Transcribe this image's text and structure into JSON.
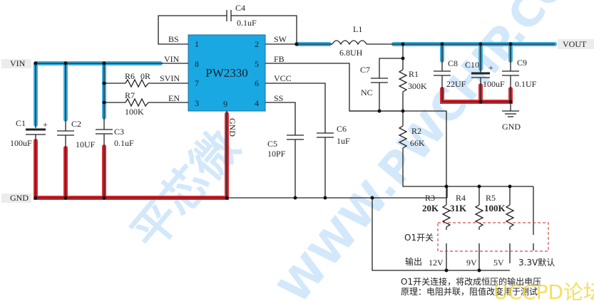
{
  "chip": {
    "name": "PW2330",
    "pins": {
      "bs": {
        "num": "1",
        "label": "BS"
      },
      "sw": {
        "num": "2",
        "label": "SW"
      },
      "vin": {
        "num": "8",
        "label": "VIN"
      },
      "fb": {
        "num": "5",
        "label": "FB"
      },
      "svin": {
        "num": "7",
        "label": "SVIN"
      },
      "vcc": {
        "num": "6",
        "label": "VCC"
      },
      "en": {
        "num": "3",
        "label": "EN"
      },
      "ss": {
        "num": "4",
        "label": "SS"
      },
      "gnd": {
        "num": "9",
        "label": "GND"
      }
    }
  },
  "nets": {
    "vin": "VIN",
    "gnd": "GND",
    "vout": "VOUT",
    "gnd_symbol": "GND"
  },
  "components": {
    "C1": {
      "ref": "C1",
      "value": "100uF",
      "polarity": "+"
    },
    "C2": {
      "ref": "C2",
      "value": "10UF"
    },
    "C3": {
      "ref": "C3",
      "value": "0.1uF"
    },
    "C4": {
      "ref": "C4",
      "value": "0.1uF"
    },
    "C5": {
      "ref": "C5",
      "value": "10PF"
    },
    "C6": {
      "ref": "C6",
      "value": "1uF"
    },
    "C7": {
      "ref": "C7",
      "value": "NC"
    },
    "C8": {
      "ref": "C8",
      "value": "22UF"
    },
    "C9": {
      "ref": "C9",
      "value": "0.1UF"
    },
    "C10": {
      "ref": "C10",
      "value": "100uF",
      "polarity": "+"
    },
    "L1": {
      "ref": "L1",
      "value": "6.8UH"
    },
    "R1": {
      "ref": "R1",
      "value": "300K"
    },
    "R2": {
      "ref": "R2",
      "value": "66K"
    },
    "R3": {
      "ref": "R3",
      "value": "20K"
    },
    "R4": {
      "ref": "R4",
      "value": "31K"
    },
    "R5": {
      "ref": "R5",
      "value": "100K"
    },
    "R6": {
      "ref": "R6",
      "value": "0R"
    },
    "R7": {
      "ref": "R7",
      "value": "100K"
    }
  },
  "switch_block": {
    "label": "O1开关",
    "output_label": "输出",
    "outputs": [
      "12V",
      "9V",
      "5V",
      "3.3V默认"
    ]
  },
  "notes": [
    "O1开关连接，将改成恒压的输出电压",
    "原理：电阻并联，阻值改变用于测试"
  ],
  "watermarks": {
    "cn": "平芯微",
    "en": "WWW.PWCHIP.COM",
    "forum": "UCCPD论坛"
  }
}
